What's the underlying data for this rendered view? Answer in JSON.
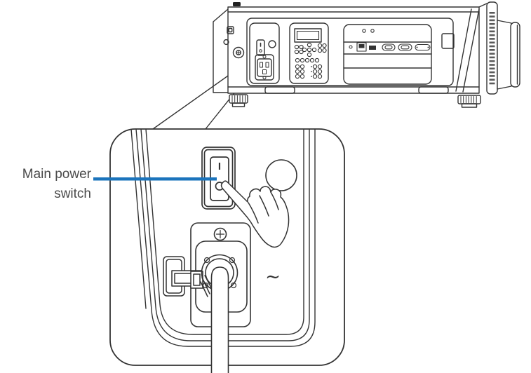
{
  "figure": {
    "label": {
      "line1": "Main power",
      "line2": "switch"
    },
    "switch_markings": {
      "on": "I"
    },
    "ac_symbol": "~",
    "colors": {
      "leader_line": "#1b74bc",
      "artwork_line": "#333333",
      "label_text": "#4a4a4a",
      "background": "#ffffff"
    }
  }
}
